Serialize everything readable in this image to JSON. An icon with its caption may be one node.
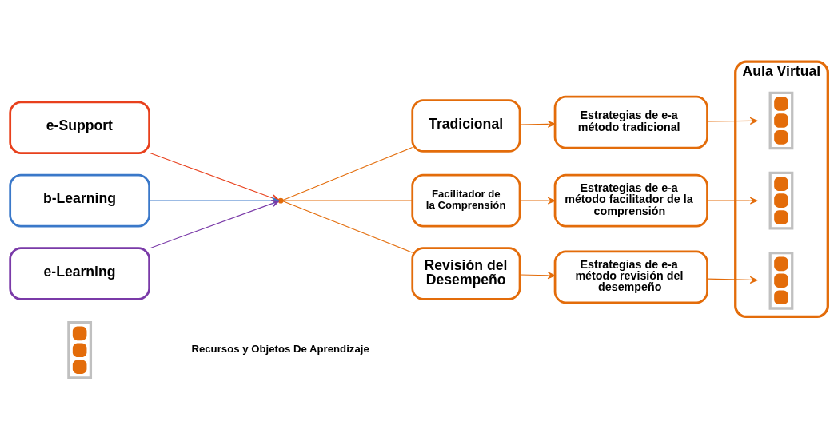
{
  "diagram": {
    "nodes": [
      {
        "text": [
          "e-Support"
        ]
      },
      {
        "text": [
          "b-Learning"
        ]
      },
      {
        "text": [
          "e-Learning"
        ]
      },
      {
        "text": [],
        "shape": "bracket"
      },
      {
        "text": [
          "Tradicional"
        ]
      },
      {
        "text": [
          "Facilitador de la Comprensión"
        ]
      },
      {
        "text": [
          "Revisión del Desempeño"
        ]
      },
      {
        "text": [
          "Estrategias de e-a método tradicional"
        ]
      },
      {
        "text": [
          "Estrategias de e-a método facilitador de la comprensión"
        ]
      },
      {
        "text": [
          "Estrategias de e-a método revisión del desempeño"
        ]
      },
      {
        "text": [
          "Aula Virtual"
        ]
      },
      {
        "text": [],
        "shape": "box",
        "in": 10
      },
      {
        "text": [],
        "shape": "box",
        "in": 10
      },
      {
        "text": [],
        "shape": "box",
        "in": 10
      },
      {
        "text": [],
        "shape": "box"
      }
    ],
    "edges": [
      {
        "from": 0,
        "to": 3,
        "arrow": "to",
        "color": "#e8401c"
      },
      {
        "from": 1,
        "to": 3,
        "arrow": "to",
        "color": "#3a78c9"
      },
      {
        "from": 2,
        "to": 3,
        "arrow": "to",
        "color": "#7a3aa8"
      },
      {
        "from": 3,
        "to": 4,
        "arrow": "none"
      },
      {
        "from": 3,
        "to": 5,
        "arrow": "none"
      },
      {
        "from": 3,
        "to": 6,
        "arrow": "none"
      },
      {
        "from": 4,
        "to": 7,
        "arrow": "to"
      },
      {
        "from": 5,
        "to": 8,
        "arrow": "to"
      },
      {
        "from": 6,
        "to": 9,
        "arrow": "to"
      },
      {
        "from": 7,
        "to": 11,
        "arrow": "to"
      },
      {
        "from": 8,
        "to": 12,
        "arrow": "to"
      },
      {
        "from": 9,
        "to": 13,
        "arrow": "to"
      }
    ],
    "labels": [
      "Recursos y Objetos De Aprendizaje"
    ]
  }
}
